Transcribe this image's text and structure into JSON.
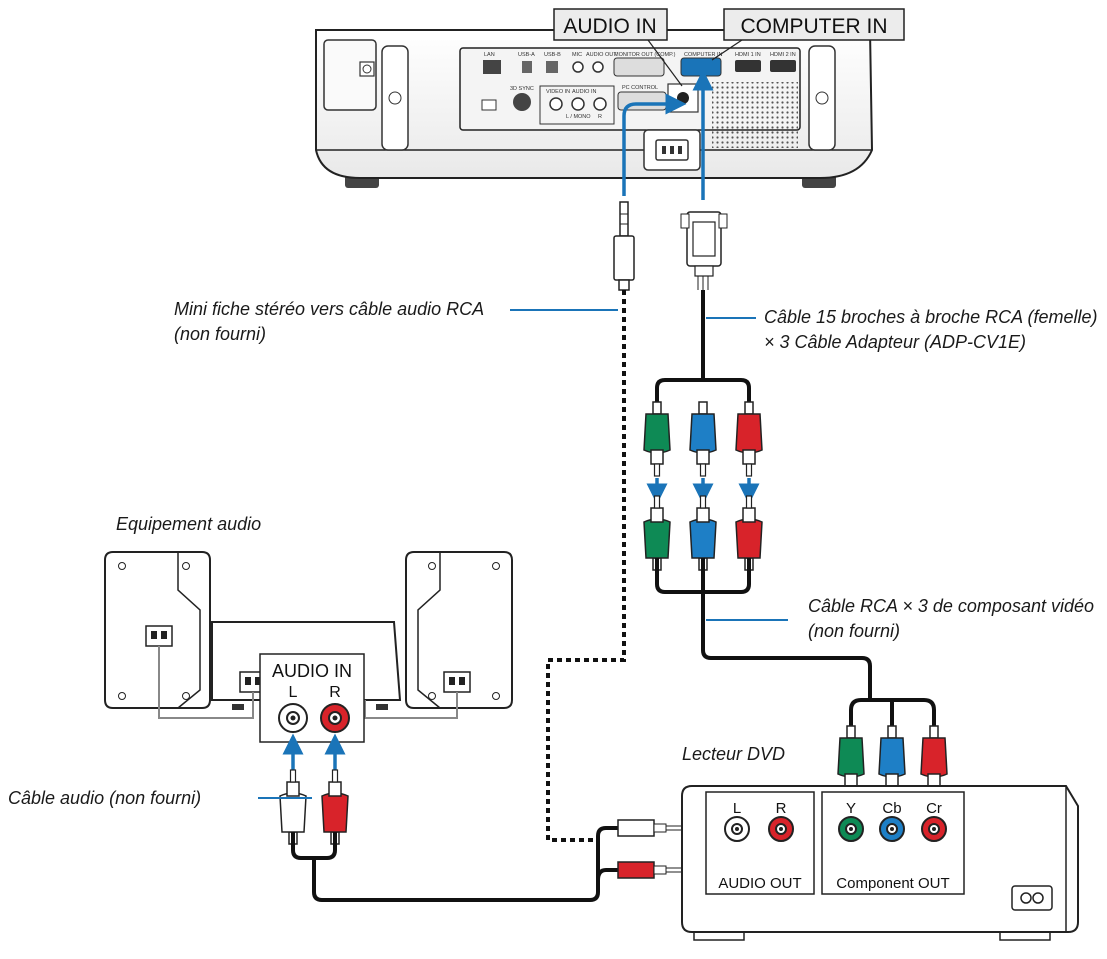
{
  "labels": {
    "audio_in_box": "AUDIO IN",
    "computer_in_box": "COMPUTER IN",
    "mini_plug_cable": "Mini fiche stéréo vers câble audio RCA (non fourni)",
    "adapter_cable": "Câble 15 broches à broche RCA (femelle) × 3 Câble Adapteur (ADP-CV1E)",
    "component_cable": "Câble RCA × 3 de composant vidéo (non fourni)",
    "audio_equipment": "Equipement audio",
    "dvd_player": "Lecteur DVD",
    "audio_cable": "Câble audio (non fourni)"
  },
  "audio_equipment_panel": {
    "title": "AUDIO IN",
    "left": "L",
    "right": "R"
  },
  "dvd_panel": {
    "audio_left": "L",
    "audio_right": "R",
    "audio_out": "AUDIO OUT",
    "y": "Y",
    "cb": "Cb",
    "cr": "Cr",
    "component_out": "Component OUT"
  },
  "projector_ports": {
    "lan": "LAN",
    "usb_a": "USB-A",
    "usb_b": "USB-B",
    "mic": "MIC",
    "audio_out": "AUDIO OUT",
    "monitor_out": "MONITOR OUT (COMP.)",
    "computer_in": "COMPUTER IN",
    "hdmi1_in": "HDMI 1 IN",
    "hdmi2_in": "HDMI 2 IN",
    "sync_3d": "3D SYNC",
    "video_in": "VIDEO IN",
    "audio_in": "AUDIO IN",
    "l_mono": "L / MONO",
    "r": "R",
    "pc_control": "PC CONTROL"
  },
  "colors": {
    "cable_blue": "#1a74b8",
    "plug_green": "#0e8a55",
    "plug_blue": "#1e7fc6",
    "plug_red": "#d8232a",
    "cable_black": "#111111"
  }
}
